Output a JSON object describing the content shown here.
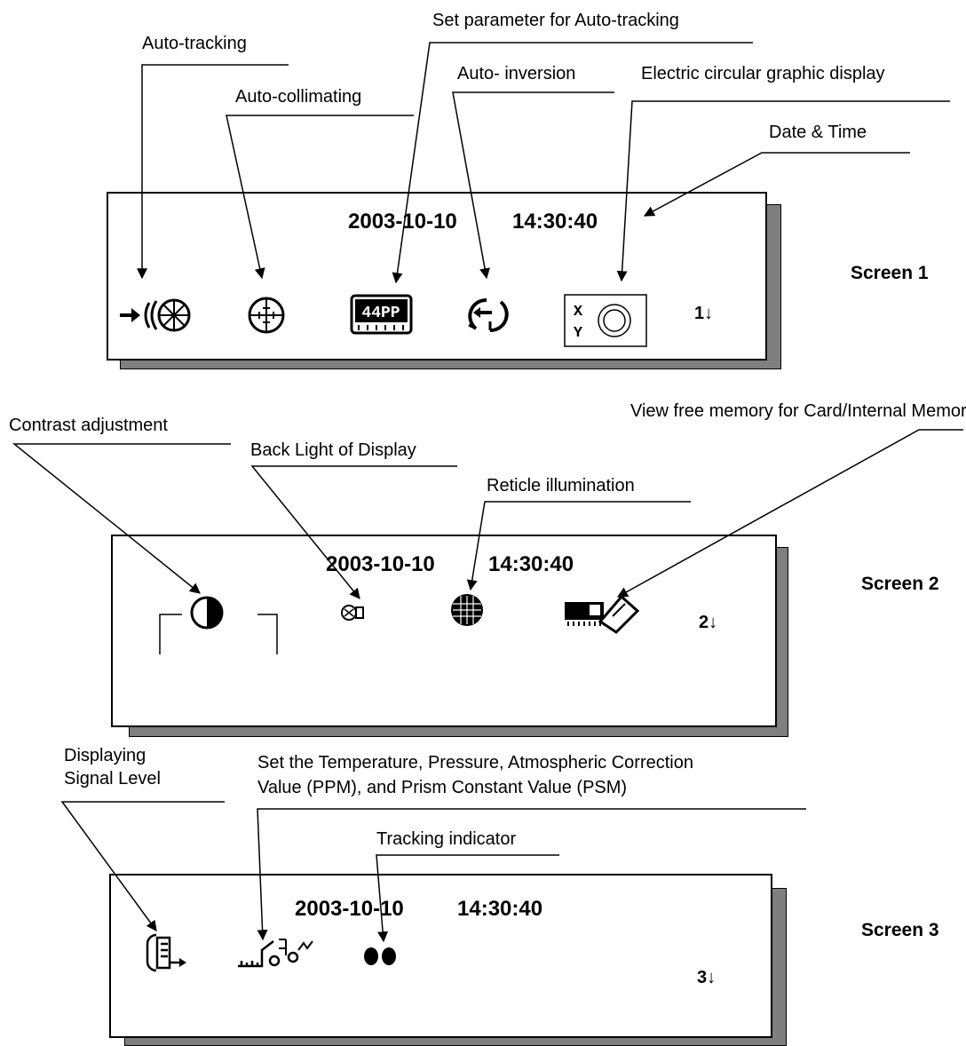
{
  "screens": [
    {
      "name": "Screen 1",
      "date": "2003-10-10",
      "time": "14:30:40",
      "page": "1↓",
      "icons": [
        "auto-tracking-icon",
        "auto-collimating-icon",
        "tracking-parameter-icon",
        "auto-inversion-icon",
        "circular-graphic-display-icon"
      ],
      "labels": {
        "auto_tracking": "Auto-tracking",
        "auto_collimating": "Auto-collimating",
        "set_parameter": "Set parameter for Auto-tracking",
        "auto_inversion": "Auto- inversion",
        "circular_display": "Electric circular graphic display",
        "date_time": "Date & Time"
      }
    },
    {
      "name": "Screen 2",
      "date": "2003-10-10",
      "time": "14:30:40",
      "page": "2↓",
      "icons": [
        "contrast-icon",
        "backlight-icon",
        "reticle-illumination-icon",
        "memory-card-icon"
      ],
      "labels": {
        "contrast": "Contrast adjustment",
        "backlight": "Back Light of Display",
        "reticle": "Reticle illumination",
        "memory": "View free memory for Card/Internal Memory"
      }
    },
    {
      "name": "Screen 3",
      "date": "2003-10-10",
      "time": "14:30:40",
      "page": "3↓",
      "icons": [
        "signal-level-icon",
        "atmospheric-settings-icon",
        "tracking-indicator-icon"
      ],
      "labels": {
        "signal_line1": "Displaying",
        "signal_line2": "Signal  Level",
        "atmos_line1": "Set the Temperature, Pressure, Atmospheric Correction",
        "atmos_line2": "Value (PPM), and Prism Constant Value (PSM)",
        "tracking": "Tracking  indicator"
      }
    }
  ]
}
